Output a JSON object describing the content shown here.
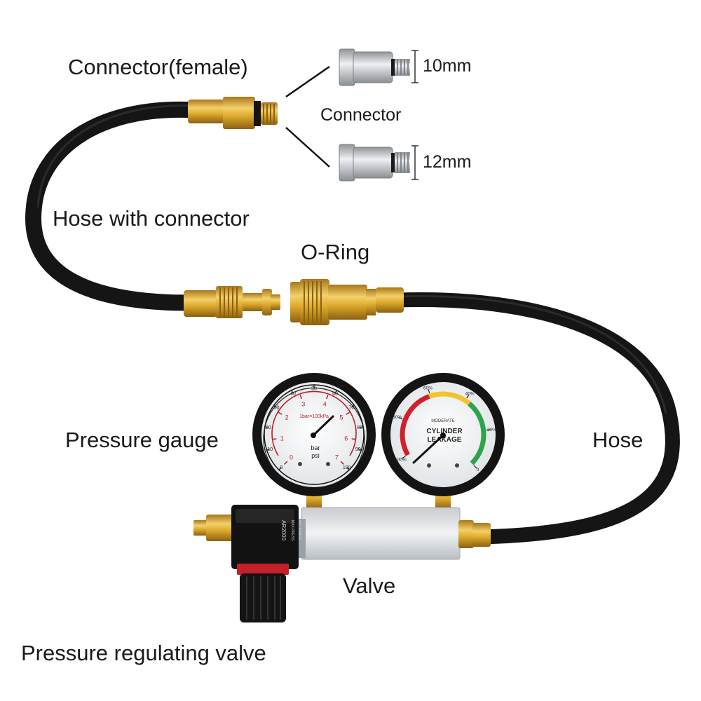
{
  "labels": {
    "connector_female": "Connector(female)",
    "size_10": "10mm",
    "connector": "Connector",
    "size_12": "12mm",
    "hose_with_connector": "Hose with connector",
    "o_ring": "O-Ring",
    "pressure_gauge": "Pressure gauge",
    "hose": "Hose",
    "valve": "Valve",
    "pressure_regulating_valve": "Pressure regulating valve"
  },
  "pressure_gauge_dial": {
    "unit_note": "1bar=100kPa",
    "unit_bar": "bar",
    "unit_psi": "psi",
    "bar_ticks": [
      "0",
      "1",
      "2",
      "3",
      "4",
      "5",
      "6",
      "7"
    ],
    "psi_ticks": [
      "0",
      "10",
      "20",
      "30",
      "40",
      "50",
      "60",
      "70",
      "80",
      "90",
      "100"
    ]
  },
  "leakage_gauge_dial": {
    "title_line1": "CYLINDER",
    "title_line2": "LEAKAGE",
    "zone_label": "MODERATE",
    "ticks": [
      "100%",
      "80%",
      "60%",
      "40%",
      "20%",
      "0"
    ]
  },
  "regulator": {
    "model": "AR2000",
    "spec_line1": "MAX.PRESS.",
    "spec_line2": "ADJ.RANGE"
  },
  "colors": {
    "hose": "#1c1c1c",
    "brass": "#d8a321",
    "label_text": "#1a1a1a",
    "gauge_red_zone": "#d0202a",
    "gauge_yellow_zone": "#f2c230",
    "gauge_green_zone": "#2da44a",
    "valve_body": "#e2e4e6",
    "regulator_body": "#111111"
  }
}
